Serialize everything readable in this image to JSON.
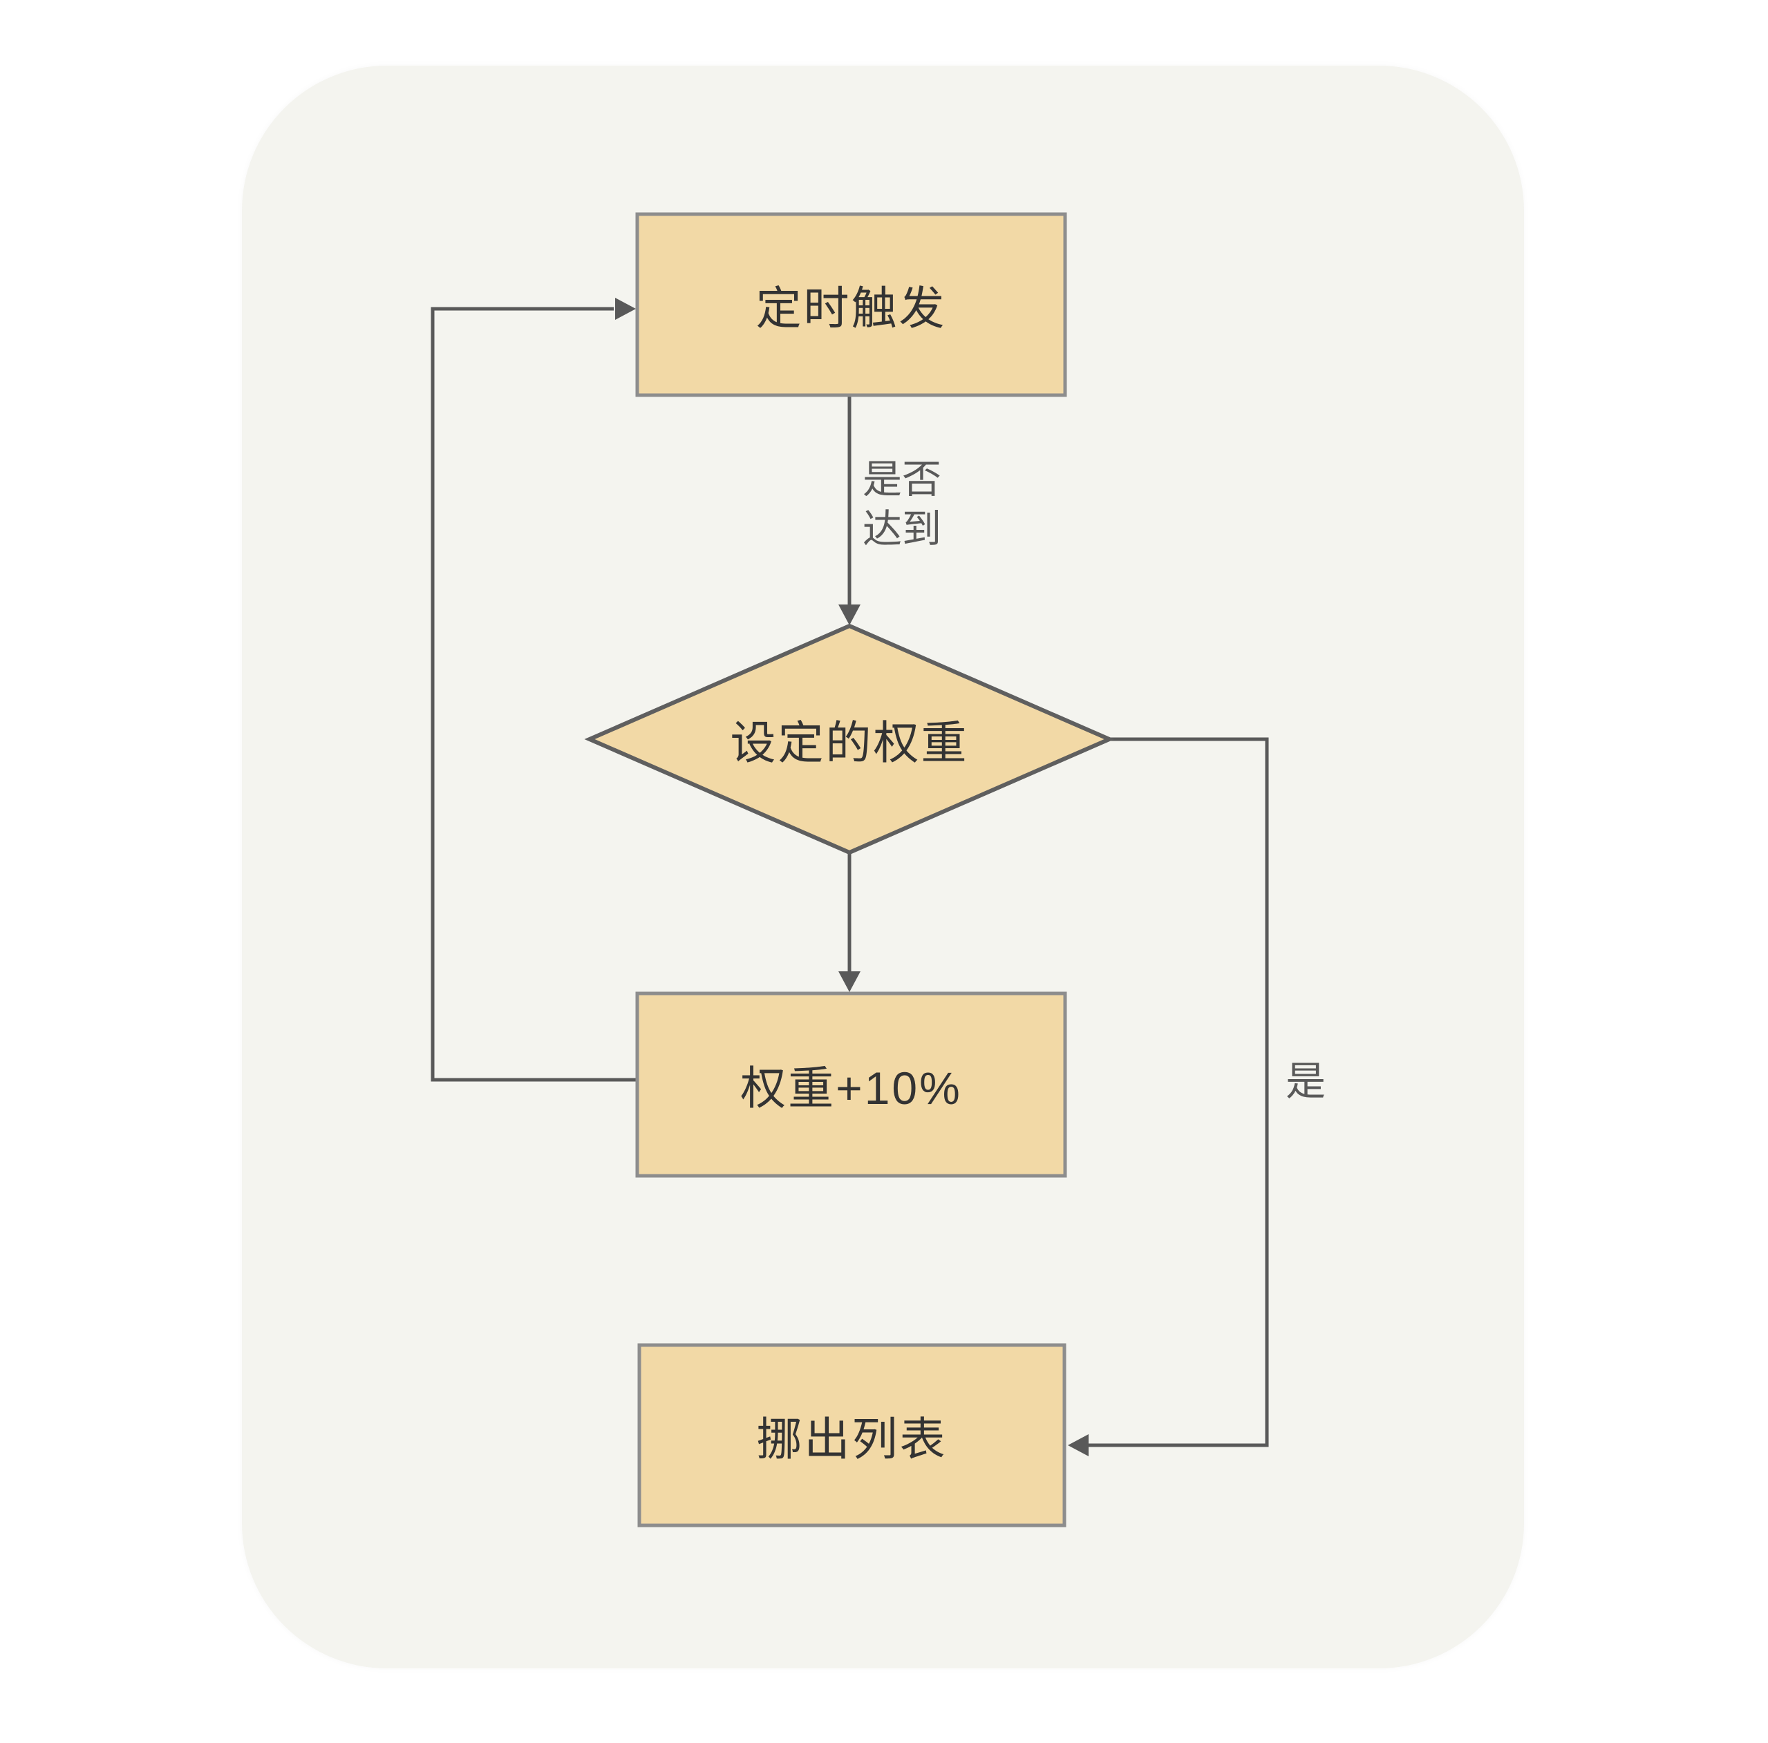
{
  "flowchart": {
    "nodes": {
      "start": {
        "label": "定时触发",
        "type": "process"
      },
      "decision": {
        "label": "设定的权重",
        "type": "decision"
      },
      "increment": {
        "label": "权重+10%",
        "type": "process"
      },
      "remove": {
        "label": "挪出列表",
        "type": "process"
      }
    },
    "edge_labels": {
      "condition_line1": "是否",
      "condition_line2": "达到",
      "yes": "是"
    },
    "colors": {
      "page_background": "#ffffff",
      "panel_background": "#f4f4ef",
      "node_fill": "#f2d9a6",
      "node_border": "#8d8d8d",
      "diamond_border": "#5f5f5f",
      "connector": "#595959",
      "node_text": "#333333",
      "edge_label_text": "#595959"
    }
  }
}
